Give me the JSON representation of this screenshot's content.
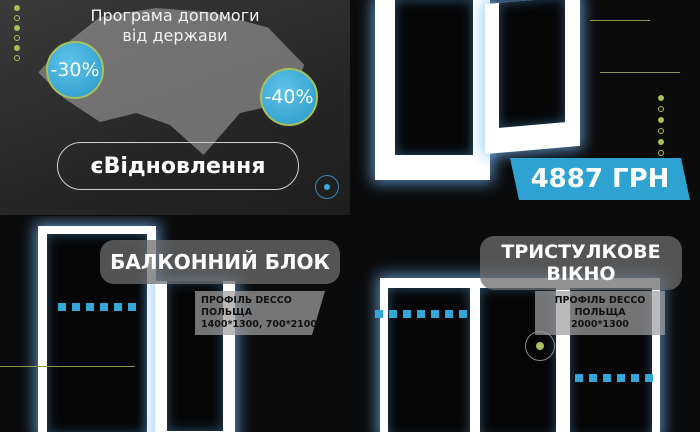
{
  "government_panel": {
    "title_line1": "Програма допомоги",
    "title_line2": "від держави",
    "discount_1": "-30%",
    "discount_2": "-40%",
    "program_name": "єВідновлення"
  },
  "tilt_window_panel": {
    "price": "4887 ГРН"
  },
  "balcony_panel": {
    "title": "БАЛКОННИЙ БЛОК",
    "spec_line1": "ПРОФІЛЬ DECCO ПОЛЬЩА",
    "spec_line2": "1400*1300, 700*2100"
  },
  "triple_window_panel": {
    "title_line1": "ТРИСТУЛКОВЕ",
    "title_line2": "ВІКНО",
    "spec_line1": "ПРОФІЛЬ DECCO ПОЛЬЩА",
    "spec_line2": "2000*1300"
  },
  "colors": {
    "accent_blue": "#2ea3d2",
    "accent_green": "#a6c05c",
    "background": "#0b0b0c"
  }
}
